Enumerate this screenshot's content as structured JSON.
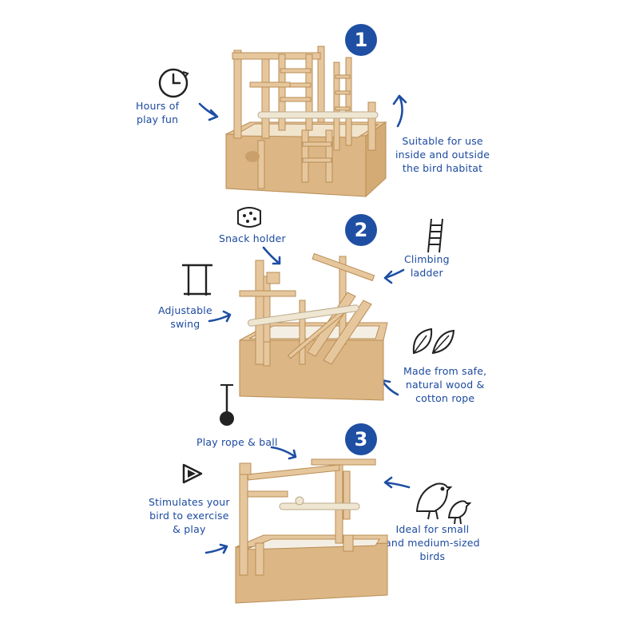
{
  "colors": {
    "accent": "#1f4fa3",
    "text": "#1c4aa0",
    "wood": "#e6c79d",
    "rope": "#efe6d2"
  },
  "sections": [
    {
      "badge": "1"
    },
    {
      "badge": "2"
    },
    {
      "badge": "3"
    }
  ],
  "notes": {
    "hours": "Hours of\nplay fun",
    "suitable": "Suitable for use\ninside and outside\nthe bird habitat",
    "snack": "Snack holder",
    "climbing": "Climbing\nladder",
    "swing": "Adjustable\nswing",
    "made": "Made from safe,\nnatural wood &\ncotton rope",
    "rope_ball": "Play rope & ball",
    "stimulates": "Stimulates your\nbird to exercise\n& play",
    "ideal": "Ideal for small\nand medium-sized\nbirds"
  },
  "icons": [
    "clock-icon",
    "snack-holder-icon",
    "ladder-icon",
    "swing-icon",
    "leaves-icon",
    "rope-ball-icon",
    "play-icon",
    "birds-icon"
  ]
}
